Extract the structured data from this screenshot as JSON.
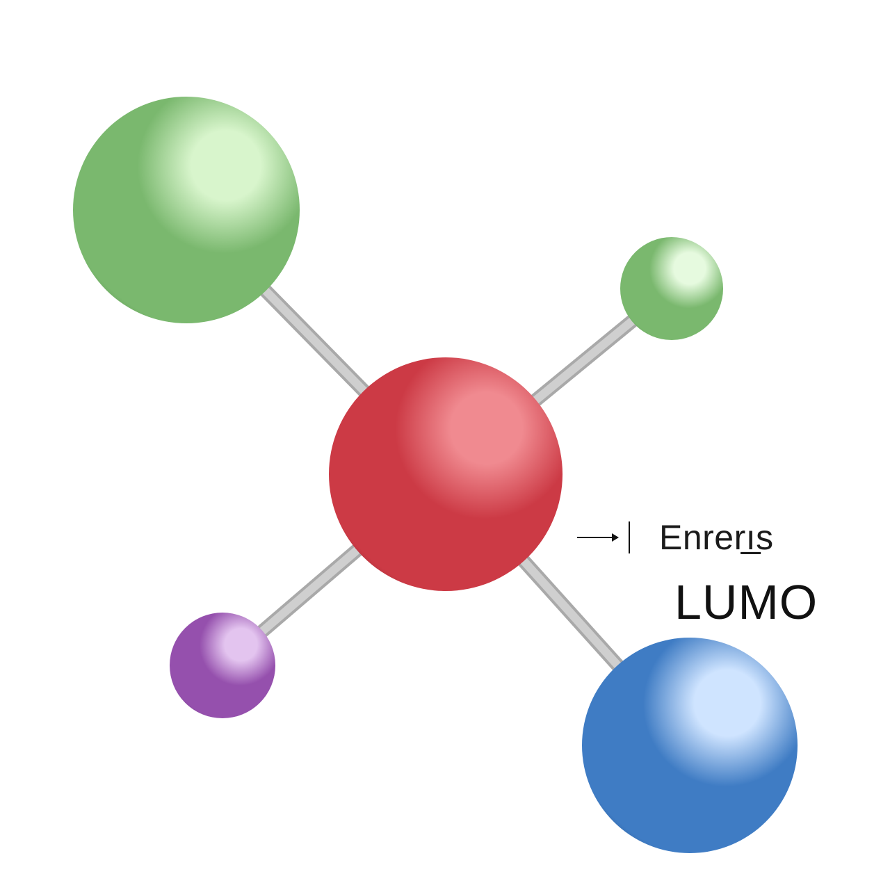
{
  "diagram": {
    "annotation_text": "Enrerı̲s",
    "orbital_label": "LUMO"
  },
  "atoms": [
    {
      "id": "center",
      "color": "#cc3a45",
      "highlight": "#f08a90",
      "shade": "#7a1f26"
    },
    {
      "id": "top-left",
      "color": "#7ab86e",
      "highlight": "#d8f5cc",
      "shade": "#4a7d42"
    },
    {
      "id": "top-right",
      "color": "#7ab86e",
      "highlight": "#e6fadf",
      "shade": "#4a7d42"
    },
    {
      "id": "bottom-left",
      "color": "#9550ad",
      "highlight": "#e3c4ef",
      "shade": "#5e2c70"
    },
    {
      "id": "bottom-right",
      "color": "#3f7cc4",
      "highlight": "#cfe4ff",
      "shade": "#22497a"
    }
  ],
  "bond_color": "#cfcfcf"
}
